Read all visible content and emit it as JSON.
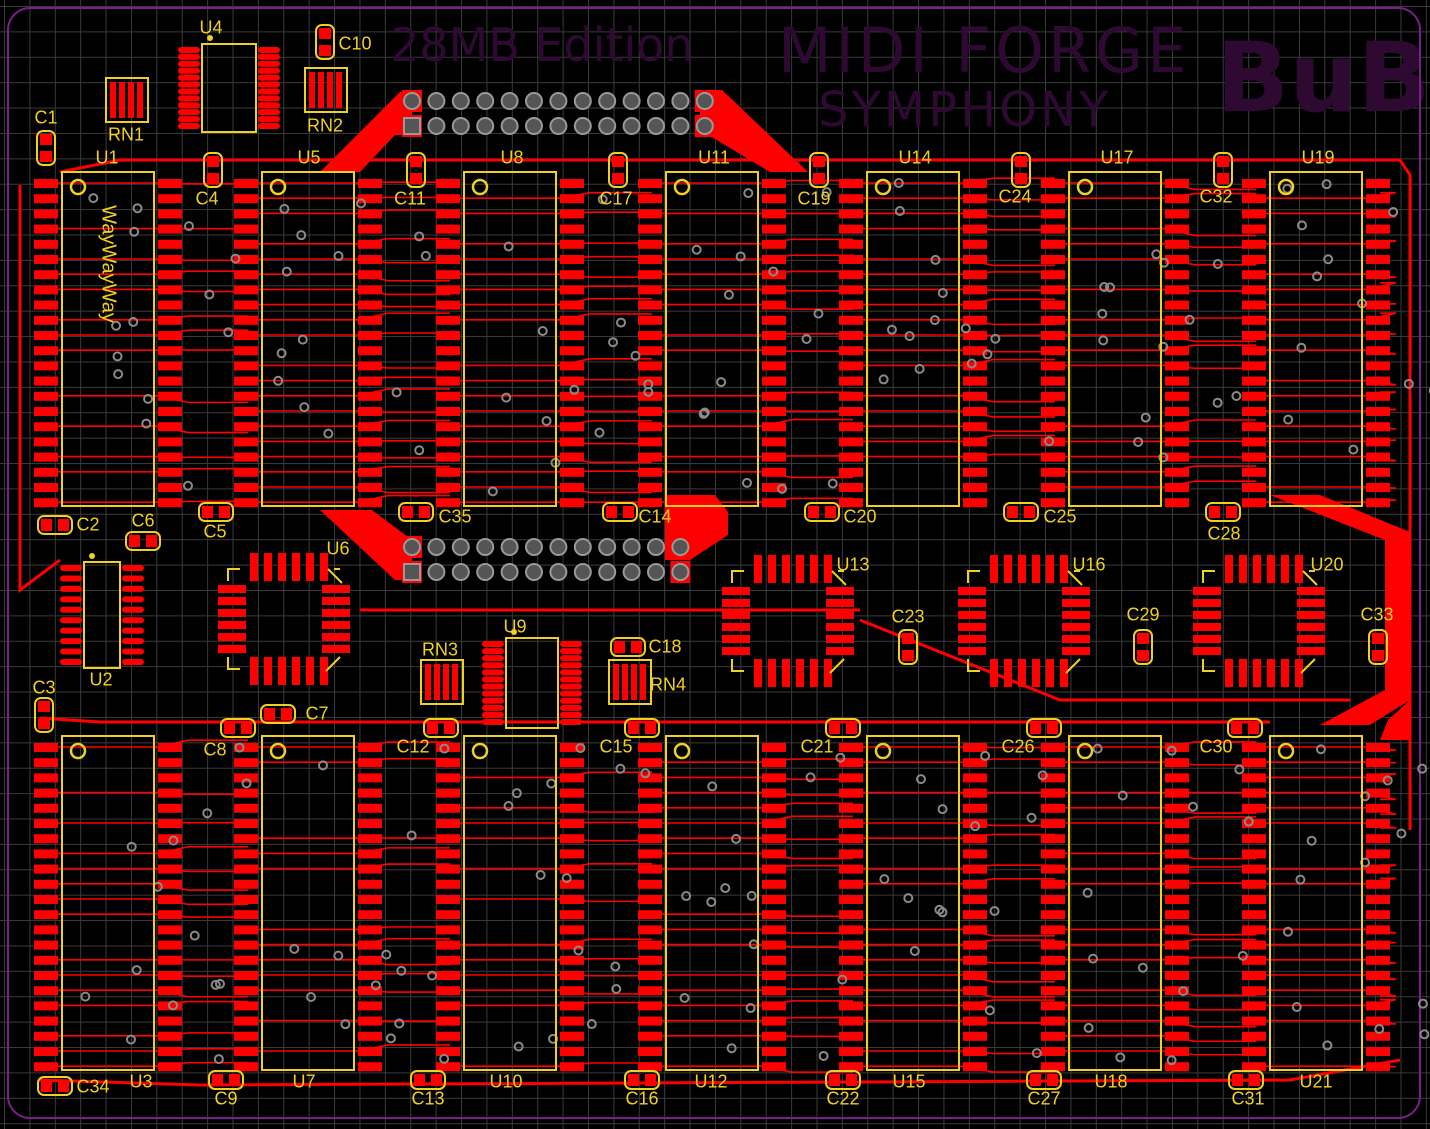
{
  "board_titles": {
    "edition": "28MB Edition",
    "product": "MIDI FORGE",
    "subtitle": "SYMPHONY",
    "logo": "BuB",
    "silk_text": "WayWayWay"
  },
  "colors": {
    "copper": "#ff0000",
    "silkscreen": "#f0d020",
    "outline": "#7a1f8a",
    "grid": "#3a3a3a",
    "via": "#8a8a8a",
    "text_layer": "#2e0a33"
  },
  "memory_chips_top": [
    "U1",
    "U5",
    "U8",
    "U11",
    "U14",
    "U17",
    "U19"
  ],
  "memory_chips_bottom": [
    "U3",
    "U7",
    "U10",
    "U12",
    "U15",
    "U18",
    "U21"
  ],
  "qfp_chips": [
    "U6",
    "U13",
    "U16",
    "U20"
  ],
  "soic_chips": [
    "U2",
    "U4",
    "U9"
  ],
  "resistor_networks": [
    "RN1",
    "RN2",
    "RN3",
    "RN4"
  ],
  "capacitors": [
    "C1",
    "C2",
    "C3",
    "C4",
    "C5",
    "C6",
    "C7",
    "C8",
    "C9",
    "C10",
    "C11",
    "C12",
    "C13",
    "C14",
    "C15",
    "C16",
    "C17",
    "C18",
    "C19",
    "C20",
    "C21",
    "C22",
    "C23",
    "C24",
    "C25",
    "C26",
    "C27",
    "C28",
    "C29",
    "C30",
    "C31",
    "C32",
    "C33",
    "C34",
    "C35"
  ]
}
